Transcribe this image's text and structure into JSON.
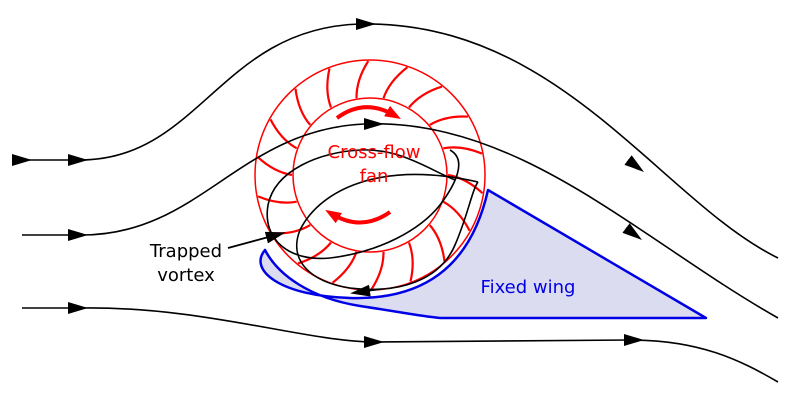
{
  "labels": {
    "fan_line1": "Cross-flow",
    "fan_line2": "fan",
    "vortex_line1": "Trapped",
    "vortex_line2": "vortex",
    "wing": "Fixed wing"
  },
  "colors": {
    "streamline": "#000000",
    "fan": "#ff0000",
    "wing_stroke": "#0000e6",
    "wing_fill": "#dcdcf0"
  }
}
